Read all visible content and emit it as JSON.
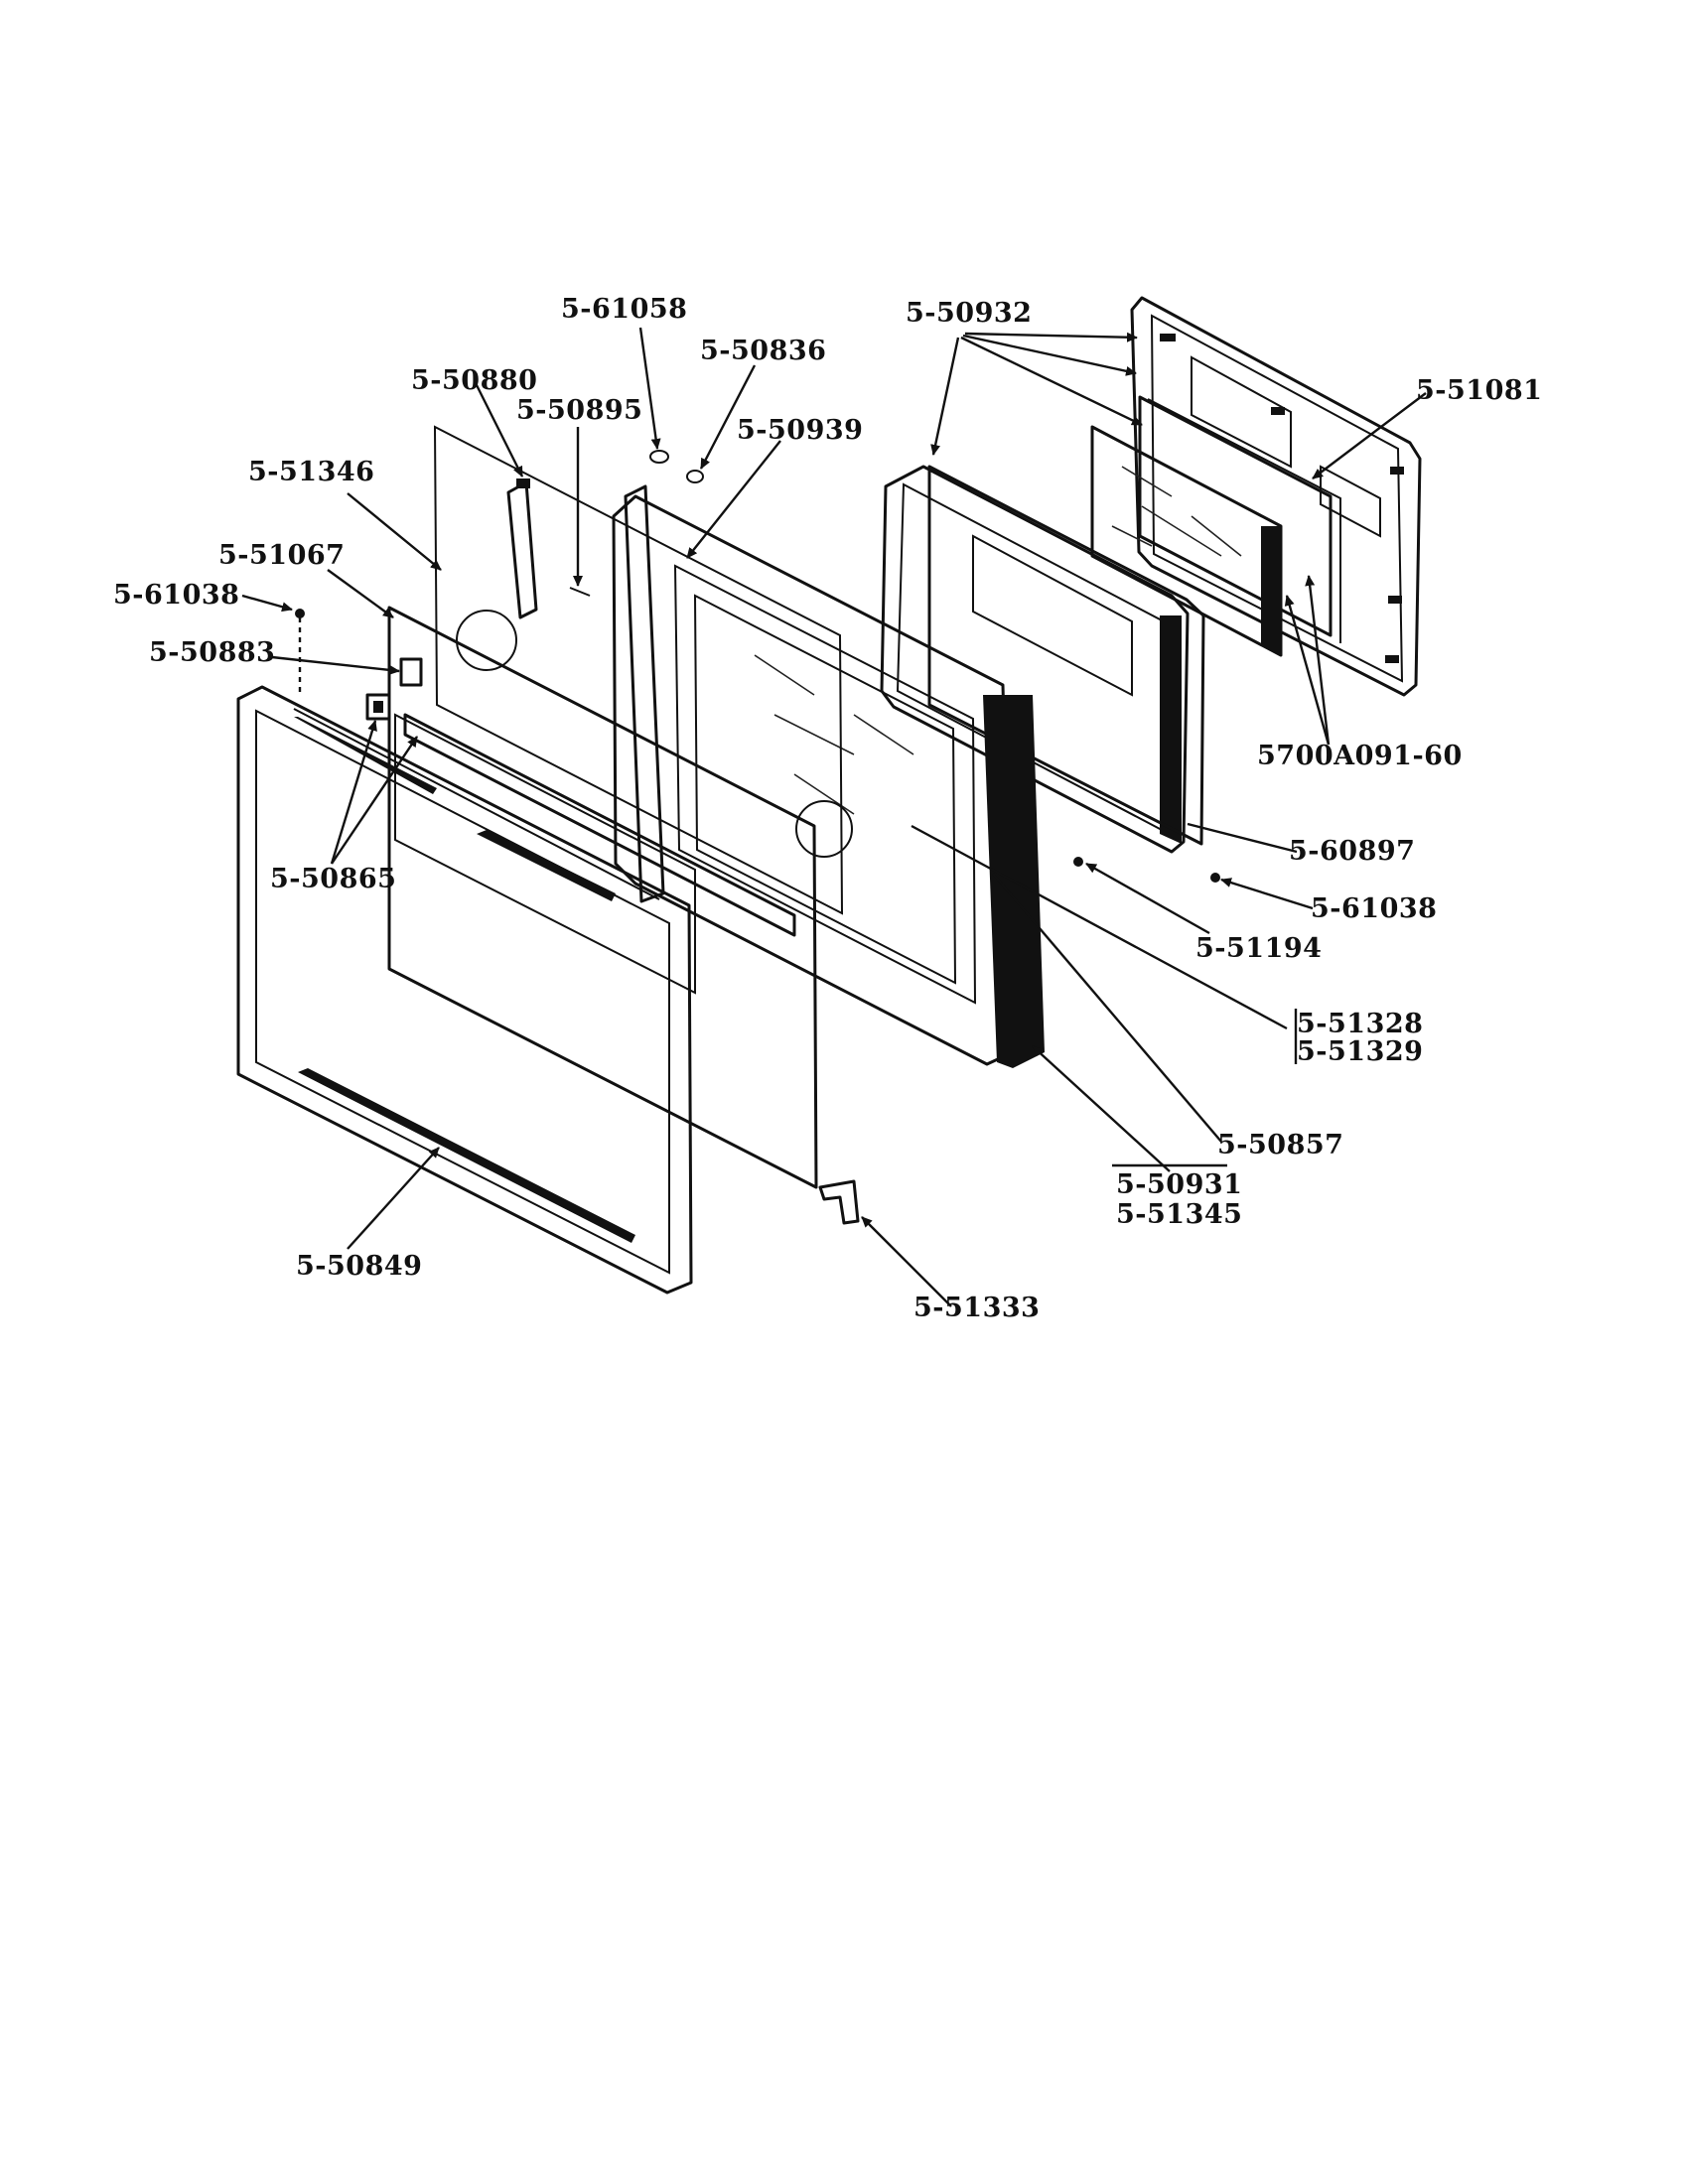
{
  "labels": {
    "p_5_61058": "5-61058",
    "p_5_50836": "5-50836",
    "p_5_50932": "5-50932",
    "p_5_51081": "5-51081",
    "p_5_50880": "5-50880",
    "p_5_50895": "5-50895",
    "p_5_50939": "5-50939",
    "p_5_51346": "5-51346",
    "p_5_51067": "5-51067",
    "p_5_61038_left": "5-61038",
    "p_5_50883": "5-50883",
    "p_5_50865": "5-50865",
    "p_5700a091_60": "5700A091-60",
    "p_5_60897": "5-60897",
    "p_5_61038_right": "5-61038",
    "p_5_51194": "5-51194",
    "p_5_51328": "5-51328",
    "p_5_51329": "5-51329",
    "p_5_50857": "5-50857",
    "p_5_50931": "5-50931",
    "p_5_51345": "5-51345",
    "p_5_50849": "5-50849",
    "p_5_51333": "5-51333"
  }
}
